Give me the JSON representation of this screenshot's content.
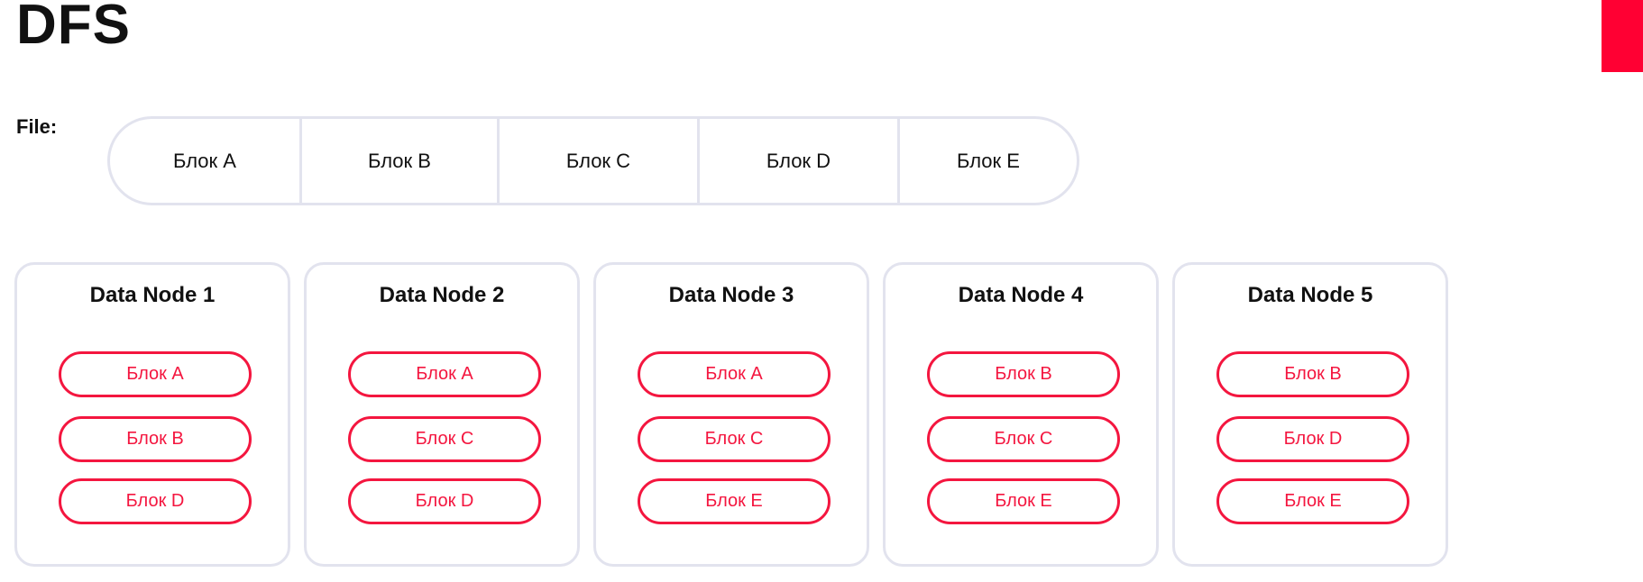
{
  "title": "DFS",
  "colors": {
    "accent": "#ff0033",
    "block_red": "#f4163f",
    "border_gray": "#e2e3ee",
    "text": "#111111"
  },
  "file": {
    "label": "File:",
    "blocks": [
      "Блок A",
      "Блок B",
      "Блок C",
      "Блок D",
      "Блок E"
    ]
  },
  "nodes": [
    {
      "title": "Data Node 1",
      "blocks": [
        "Блок A",
        "Блок B",
        "Блок D"
      ]
    },
    {
      "title": "Data Node 2",
      "blocks": [
        "Блок A",
        "Блок C",
        "Блок D"
      ]
    },
    {
      "title": "Data Node 3",
      "blocks": [
        "Блок A",
        "Блок C",
        "Блок E"
      ]
    },
    {
      "title": "Data Node 4",
      "blocks": [
        "Блок B",
        "Блок C",
        "Блок E"
      ]
    },
    {
      "title": "Data Node 5",
      "blocks": [
        "Блок B",
        "Блок D",
        "Блок E"
      ]
    }
  ]
}
